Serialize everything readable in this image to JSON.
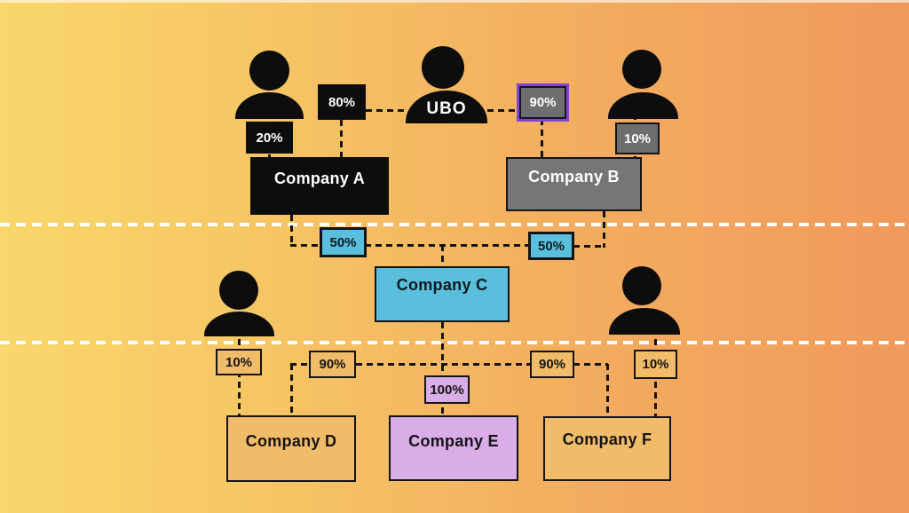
{
  "diagram": {
    "ubo_label": "UBO",
    "companies": {
      "a": "Company A",
      "b": "Company B",
      "c": "Company C",
      "d": "Company D",
      "e": "Company E",
      "f": "Company F"
    },
    "ownership": {
      "ubo_to_a": "80%",
      "person1_to_a": "20%",
      "ubo_to_b": "90%",
      "person2_to_b": "10%",
      "a_to_c": "50%",
      "b_to_c": "50%",
      "person3_to_d": "10%",
      "c_to_d": "90%",
      "c_to_e": "100%",
      "c_to_f": "90%",
      "person4_to_f": "10%"
    },
    "colors": {
      "bg_left": "#f9d76a",
      "bg_right": "#f0995c",
      "node_black": "#0d0d0d",
      "node_gray": "#767676",
      "node_cyan": "#5abfdc",
      "node_purple": "#d9ade8",
      "node_sand": "#f1bc69",
      "highlight_border_purple": "#7e46d4",
      "divider_white": "#ffffff",
      "connector_black": "#141414"
    }
  }
}
